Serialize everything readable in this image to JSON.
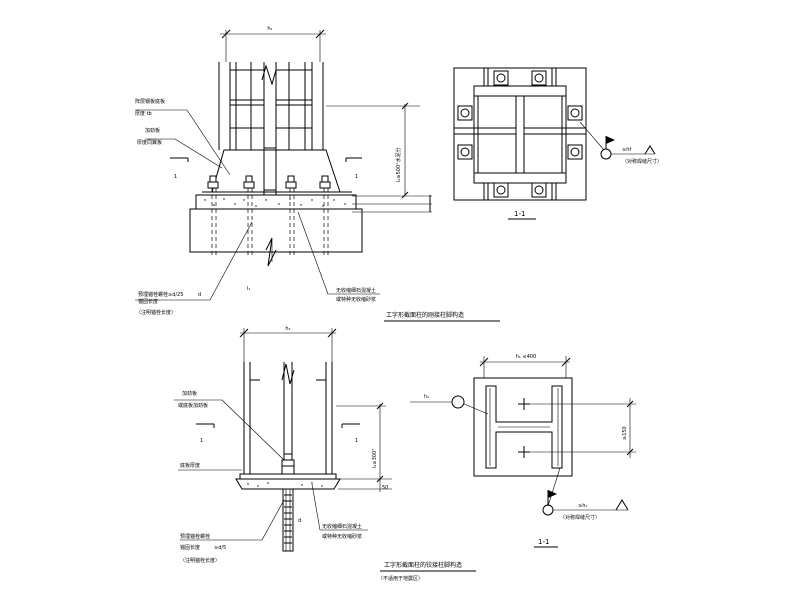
{
  "drawing": {
    "upper_left": {
      "dim_top": "h₁",
      "label_plate": "阵层钢板底板",
      "label_plate_2": "厚度 tb",
      "label_stiffener": "加劲板",
      "label_stiffener_2": "厚度同翼板",
      "section_left": "1",
      "section_right": "1",
      "dim_right": "l₂≥500°水泥分",
      "label_bolt": "预埋锚栓螺栓",
      "label_bolt_2": "锚固长度",
      "label_bolt_size": "≥d/25",
      "label_bolt_d": "d",
      "label_note": "（注明锚栓长度）",
      "label_grout": "无收缩细石混凝土",
      "label_grout_2": "或特种无收缩砂浆",
      "label_l": "l₁",
      "title": "工字形截面柱的刚接柱脚构造"
    },
    "upper_right": {
      "section_label": "1-1",
      "weld_label": "≥hf",
      "weld_note": "（对称焊缝尺寸）"
    },
    "lower_left": {
      "dim_top": "h₁",
      "label_stiffener": "加劲板",
      "label_stiffener_2": "或底板加劲板",
      "label_base": "底板厚度",
      "section_left": "1",
      "section_right": "1",
      "dim_right": "l₂≥300°",
      "dim_50": "50",
      "label_bolt": "预埋锚栓螺栓",
      "label_bolt_2": "锚固长度",
      "label_bolt_size": "≥d/5",
      "label_note": "（注明锚栓长度）",
      "label_grout": "无收缩细石混凝土",
      "label_grout_2": "或特种无收缩砂浆",
      "label_d": "d",
      "title": "工字形截面柱的铰接柱脚构造",
      "subtitle": "（不适用于地震区）"
    },
    "lower_right": {
      "dim_top": "h₁ ≤400",
      "label_hf": "h₂",
      "dim_right": "≥150",
      "section_label": "1-1",
      "weld_label": "≥h₁",
      "weld_note": "（对称焊缝尺寸）"
    }
  }
}
